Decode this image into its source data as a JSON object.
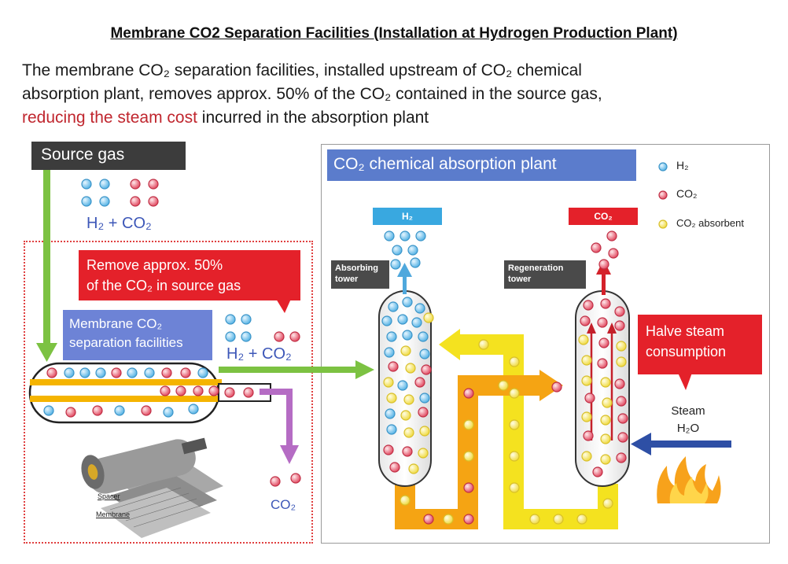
{
  "title": "Membrane CO2 Separation Facilities (Installation at Hydrogen Production Plant)",
  "intro": {
    "line1": "The membrane CO₂ separation facilities, installed upstream of CO₂ chemical",
    "line2": "absorption plant, removes approx. 50% of the CO₂ contained in the source gas,",
    "line3_red": "reducing the steam cost",
    "line3_rest": " incurred in the absorption plant"
  },
  "source_gas": "Source gas",
  "source_mix": "H₂ + CO₂",
  "callout_remove": {
    "line1": "Remove approx. 50%",
    "line2": "of the CO₂ in source gas"
  },
  "membrane_label": {
    "line1": "Membrane CO₂",
    "line2": "separation facilities"
  },
  "permeate_mix": "H₂ + CO₂",
  "co2_out": "CO₂",
  "spacer_label": "Spacer",
  "membrane_part_label": "Membrane",
  "plant_title": "CO₂ chemical absorption plant",
  "legend": {
    "h2": "H₂",
    "co2": "CO₂",
    "absorbent": "CO₂ absorbent"
  },
  "h2_tag": "H₂",
  "co2_tag": "CO₂",
  "absorbing_tower": {
    "line1": "Absorbing",
    "line2": "tower"
  },
  "regeneration_tower": {
    "line1": "Regeneration",
    "line2": "tower"
  },
  "callout_steam": {
    "line1": "Halve steam",
    "line2": "consumption"
  },
  "steam": {
    "line1": "Steam",
    "line2": "H₂O"
  },
  "colors": {
    "h2": "#5fb7e6",
    "co2": "#e0435b",
    "absorbent": "#f2e24a",
    "loop_lean": "#f4e21f",
    "loop_rich": "#f5a413",
    "arrow_green": "#7cc242",
    "arrow_purple": "#b56cc4",
    "arrow_blue": "#2e4fa5",
    "arrow_red": "#d4212a",
    "callout": "#e4212a"
  }
}
